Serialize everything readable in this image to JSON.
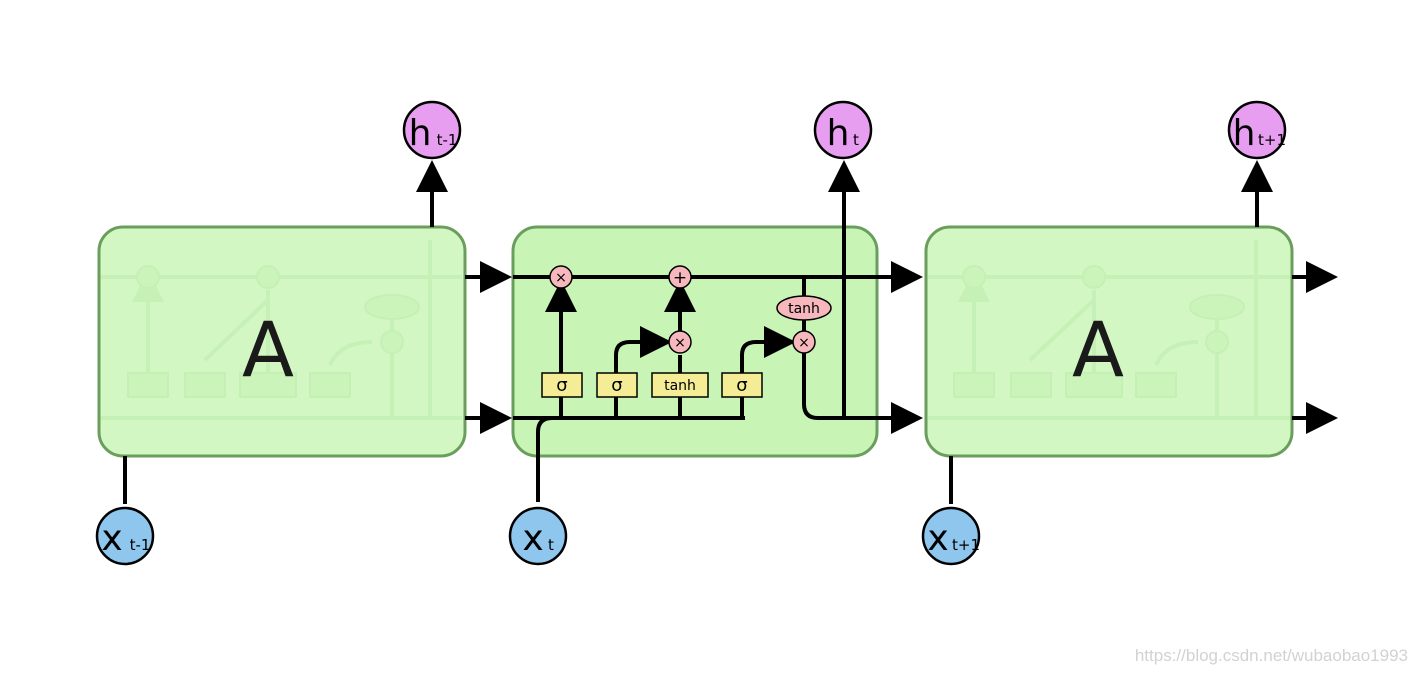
{
  "cells": {
    "left_label": "A",
    "right_label": "A"
  },
  "hidden": {
    "left": {
      "main": "h",
      "sub": "t-1"
    },
    "center": {
      "main": "h",
      "sub": "t"
    },
    "right": {
      "main": "h",
      "sub": "t+1"
    }
  },
  "inputs": {
    "left": {
      "main": "x",
      "sub": "t-1"
    },
    "center": {
      "main": "x",
      "sub": "t"
    },
    "right": {
      "main": "x",
      "sub": "t+1"
    }
  },
  "ops": {
    "mult": "×",
    "add": "+",
    "tanh": "tanh"
  },
  "gates": {
    "sigma": "σ",
    "tanh": "tanh"
  },
  "watermark": "https://blog.csdn.net/wubaobao1993",
  "colors": {
    "cell_fill": "#c8f5b6",
    "cell_stroke": "#6a9e5c",
    "hidden_fill": "#e89ef0",
    "input_fill": "#8fc6ee",
    "gate_fill": "#f5ec96",
    "op_fill": "#f6b8bd",
    "line": "#000000"
  }
}
